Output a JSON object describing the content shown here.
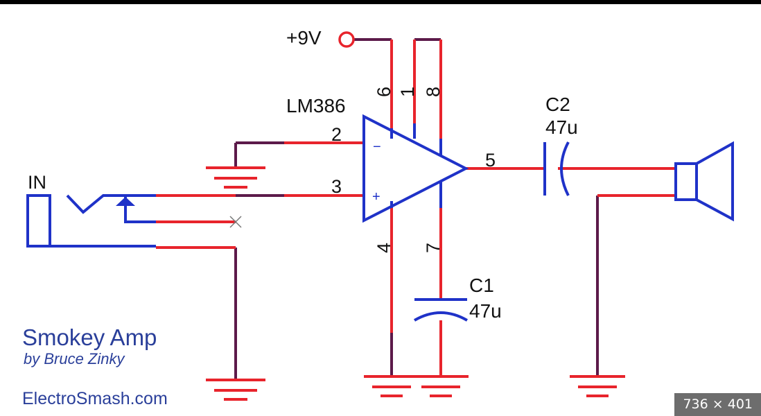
{
  "supply_label": "+9V",
  "chip_label": "LM386",
  "pins": {
    "p1": "1",
    "p2": "2",
    "p3": "3",
    "p4": "4",
    "p5": "5",
    "p6": "6",
    "p7": "7",
    "p8": "8"
  },
  "input_label": "IN",
  "opamp_minus": "−",
  "opamp_plus": "+",
  "c1": {
    "name": "C1",
    "value": "47u"
  },
  "c2": {
    "name": "C2",
    "value": "47u"
  },
  "title": "Smokey Amp",
  "author": "by Bruce Zinky",
  "website": "ElectroSmash.com",
  "image_size_badge": "736 × 401",
  "colors": {
    "wire_red": "#e8242c",
    "wire_dark": "#5c1a4a",
    "component_blue": "#1f32c8",
    "terminal": "#e8242c"
  }
}
